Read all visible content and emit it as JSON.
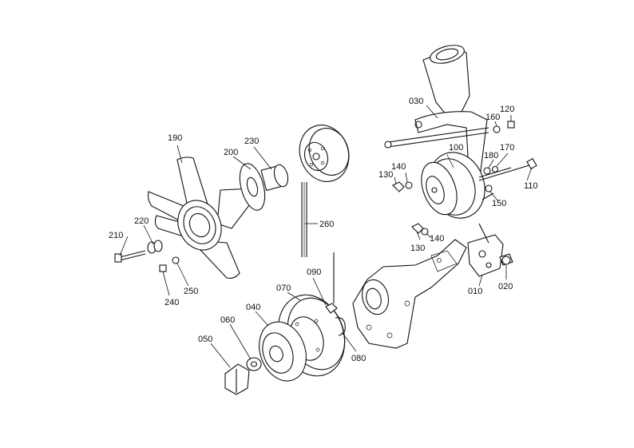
{
  "parts": [
    {
      "id": "010",
      "label": "010"
    },
    {
      "id": "020",
      "label": "020"
    },
    {
      "id": "030",
      "label": "030"
    },
    {
      "id": "040",
      "label": "040"
    },
    {
      "id": "050",
      "label": "050"
    },
    {
      "id": "060",
      "label": "060"
    },
    {
      "id": "070",
      "label": "070"
    },
    {
      "id": "080",
      "label": "080"
    },
    {
      "id": "090",
      "label": "090"
    },
    {
      "id": "100",
      "label": "100"
    },
    {
      "id": "110",
      "label": "110"
    },
    {
      "id": "120",
      "label": "120"
    },
    {
      "id": "130a",
      "label": "130"
    },
    {
      "id": "130b",
      "label": "130"
    },
    {
      "id": "140a",
      "label": "140"
    },
    {
      "id": "140b",
      "label": "140"
    },
    {
      "id": "150",
      "label": "150"
    },
    {
      "id": "160",
      "label": "160"
    },
    {
      "id": "170",
      "label": "170"
    },
    {
      "id": "180",
      "label": "180"
    },
    {
      "id": "190",
      "label": "190"
    },
    {
      "id": "200",
      "label": "200"
    },
    {
      "id": "210",
      "label": "210"
    },
    {
      "id": "220",
      "label": "220"
    },
    {
      "id": "230",
      "label": "230"
    },
    {
      "id": "240",
      "label": "240"
    },
    {
      "id": "250",
      "label": "250"
    },
    {
      "id": "260",
      "label": "260"
    }
  ]
}
